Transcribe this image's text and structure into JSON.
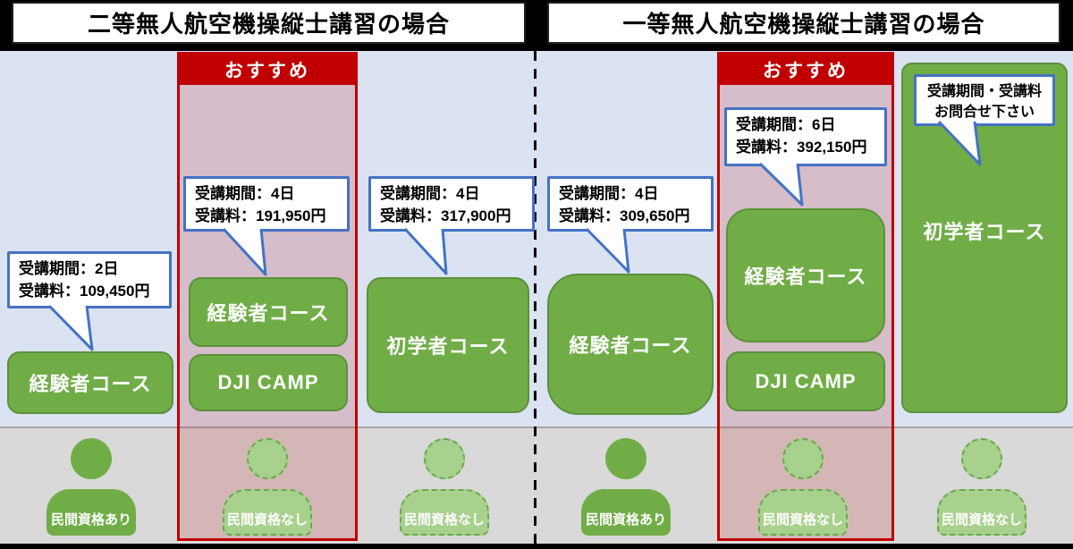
{
  "title_headers": {
    "second_class": "二等無人航空機操縦士講習の場合",
    "first_class": "一等無人航空機操縦士講習の場合"
  },
  "recommend_label": "おすすめ",
  "columns": [
    {
      "recommended": false,
      "callout": {
        "lines": [
          "受講期間：2日",
          "受講料：109,450円"
        ]
      },
      "courses": [
        "経験者コース"
      ],
      "person": {
        "style": "solid",
        "label": "民間資格あり"
      }
    },
    {
      "recommended": true,
      "callout": {
        "lines": [
          "受講期間：4日",
          "受講料：191,950円"
        ]
      },
      "courses": [
        "経験者コース",
        "DJI CAMP"
      ],
      "person": {
        "style": "dashed",
        "label": "民間資格なし"
      }
    },
    {
      "recommended": false,
      "callout": {
        "lines": [
          "受講期間：4日",
          "受講料：317,900円"
        ]
      },
      "courses": [
        "初学者コース"
      ],
      "person": {
        "style": "dashed",
        "label": "民間資格なし"
      }
    },
    {
      "recommended": false,
      "callout": {
        "lines": [
          "受講期間：4日",
          "受講料：309,650円"
        ]
      },
      "courses": [
        "経験者コース"
      ],
      "person": {
        "style": "solid",
        "label": "民間資格あり"
      }
    },
    {
      "recommended": true,
      "callout": {
        "lines": [
          "受講期間：6日",
          "受講料：392,150円"
        ]
      },
      "courses": [
        "経験者コース",
        "DJI CAMP"
      ],
      "person": {
        "style": "dashed",
        "label": "民間資格なし"
      }
    },
    {
      "recommended": false,
      "callout": {
        "lines": [
          "受講期間・受講料",
          "お問合せ下さい"
        ]
      },
      "courses": [
        "初学者コース"
      ],
      "person": {
        "style": "dashed",
        "label": "民間資格なし"
      }
    }
  ],
  "colors": {
    "course_green": "#70ad47",
    "course_green_light": "#a9d18e",
    "recommend_red": "#c00000",
    "callout_border_blue": "#4472c4",
    "background_blue": "#dbe2f1",
    "background_gray": "#d9d9d9"
  }
}
